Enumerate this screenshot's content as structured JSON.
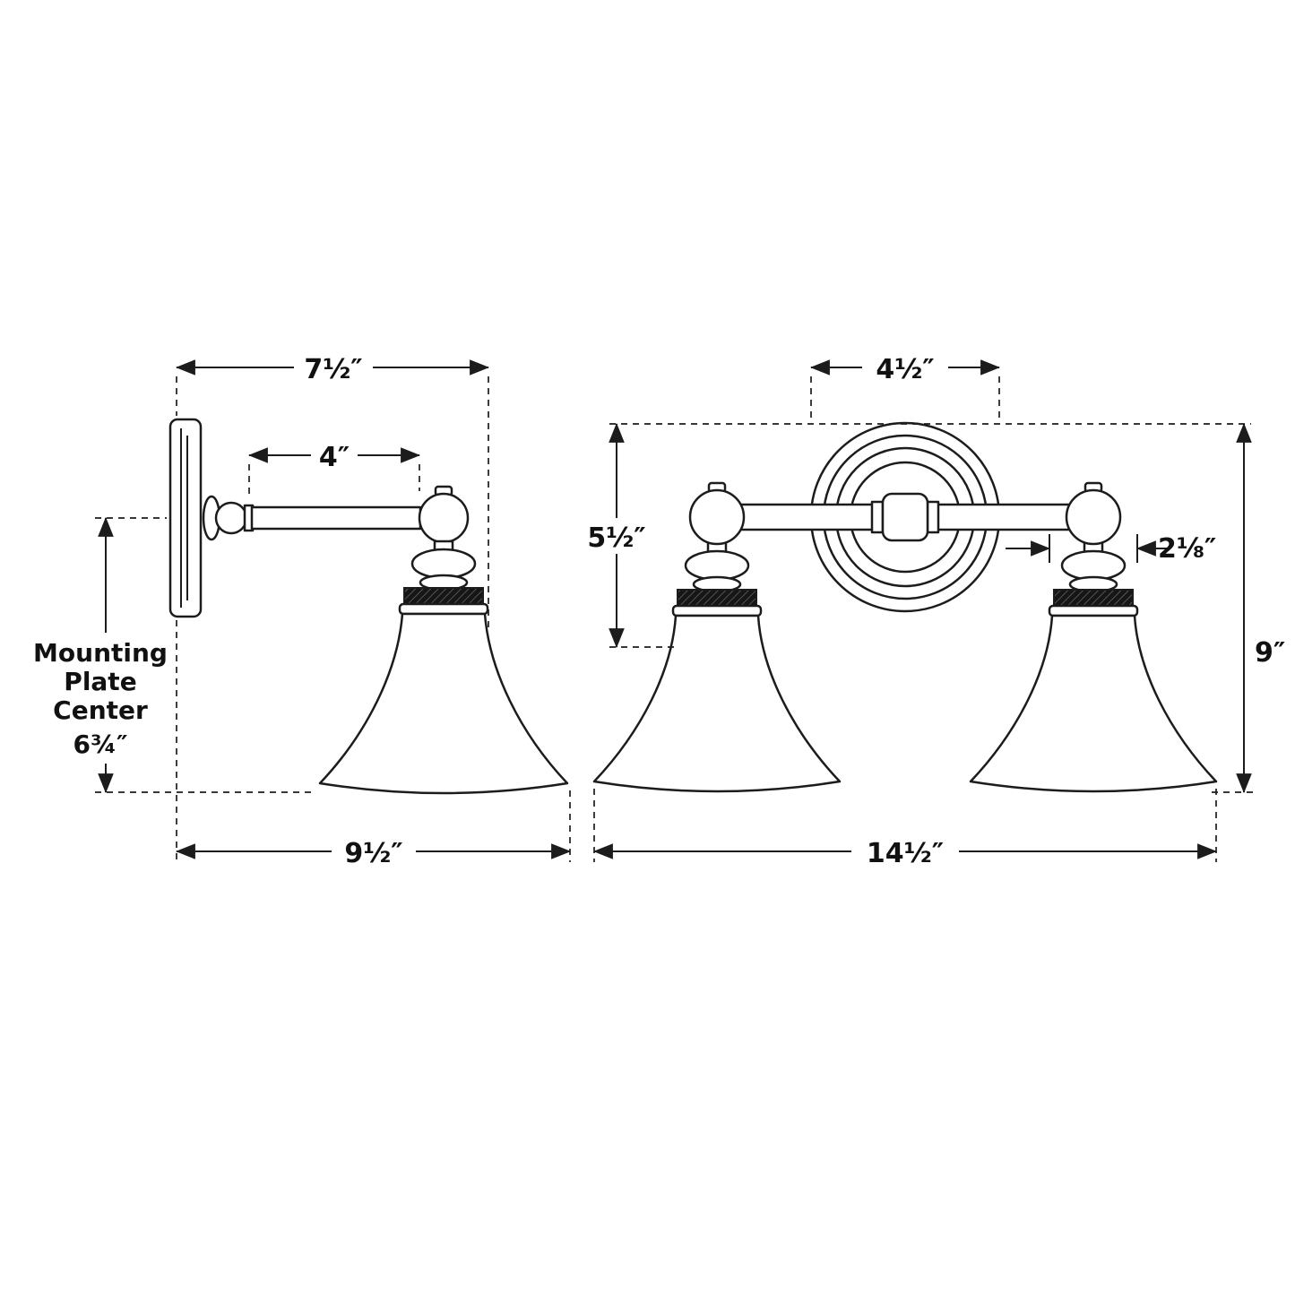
{
  "labels": {
    "side": {
      "top_width": "7½″",
      "arm_length": "4″",
      "bottom_width": "9½″",
      "mounting": [
        "Mounting",
        "Plate",
        "Center",
        "6¾″"
      ]
    },
    "front": {
      "backplate_width": "4½″",
      "upper_height": "5½″",
      "fitter_width": "2⅛″",
      "total_height": "9″",
      "overall_width": "14½″"
    }
  },
  "colors": {
    "line": "#1c1c1c",
    "background": "#ffffff"
  }
}
